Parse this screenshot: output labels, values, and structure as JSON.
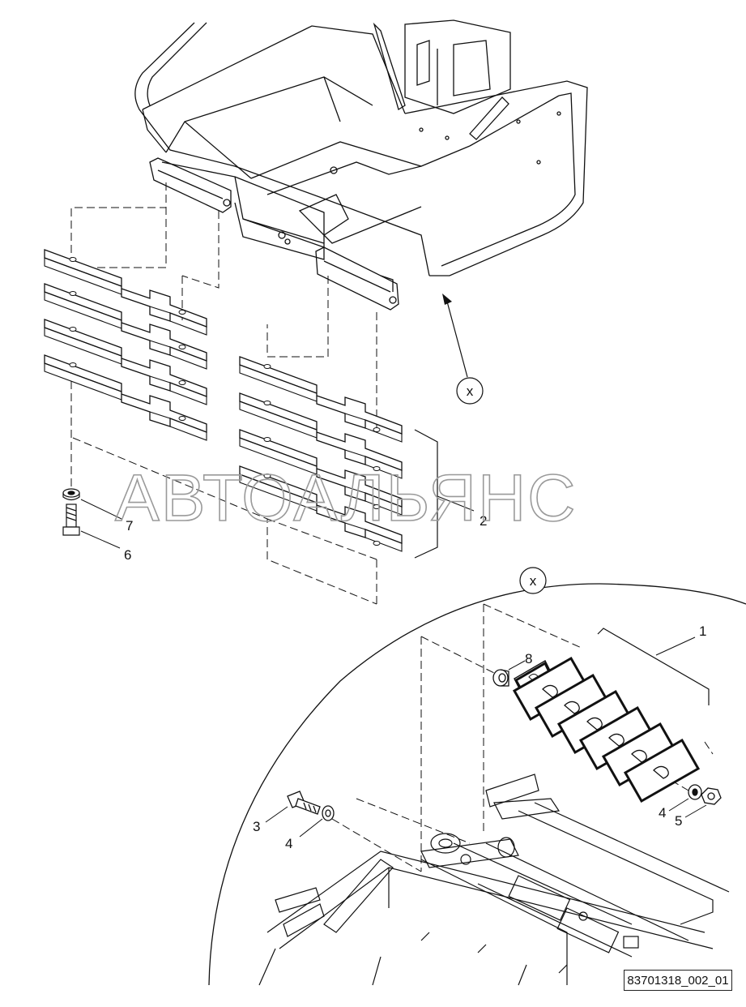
{
  "watermark": "АВТОАЛЬЯНС",
  "drawing_code": "83701318_002_01",
  "detail_marker": "x",
  "callouts": {
    "c1": "1",
    "c2": "2",
    "c3": "3",
    "c4a": "4",
    "c4b": "4",
    "c5": "5",
    "c6": "6",
    "c7": "7",
    "c8": "8"
  }
}
